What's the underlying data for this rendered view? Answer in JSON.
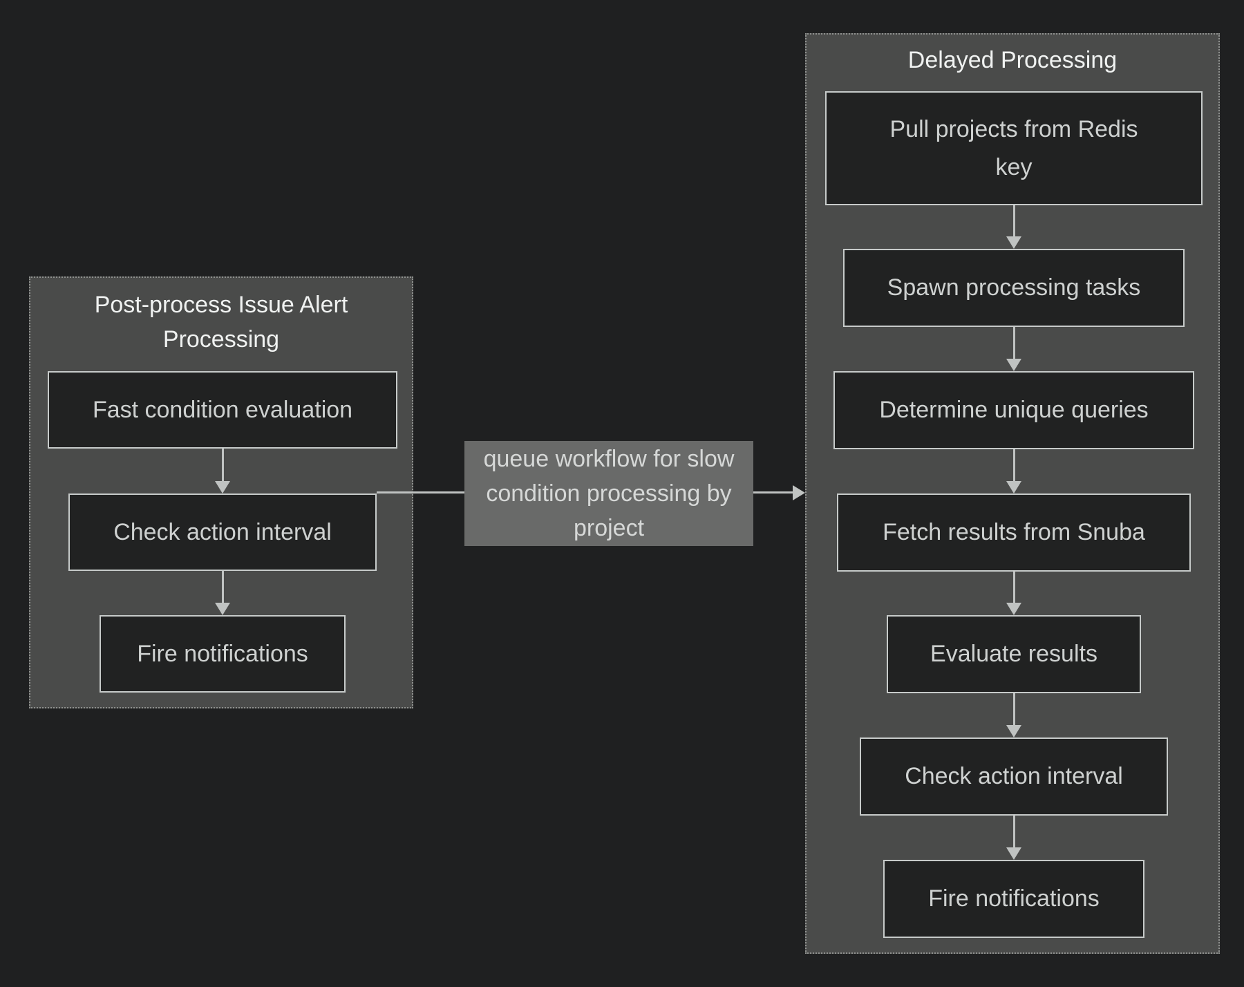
{
  "diagram": {
    "type": "flowchart",
    "background": "#1f2021",
    "palette": {
      "cluster_fill": "#4a4b4a",
      "cluster_border": "#8f918f",
      "node_fill": "#212222",
      "node_border": "#c7cbca",
      "node_text": "#ced1d0",
      "cluster_title_text": "#f0f2f1",
      "edge_line": "#c0c3c2",
      "edge_label_bg": "#696a69",
      "edge_label_text": "#d6d8d7"
    },
    "clusters": [
      {
        "title": "Post-process Issue Alert Processing",
        "nodes": [
          "Fast condition evaluation",
          "Check action interval",
          "Fire notifications"
        ]
      },
      {
        "title": "Delayed Processing",
        "nodes": [
          "Pull projects from Redis key",
          "Spawn processing tasks",
          "Determine unique queries",
          "Fetch results from Snuba",
          "Evaluate results",
          "Check action interval",
          "Fire notifications"
        ]
      }
    ],
    "edges": [
      {
        "from": "Post-process Issue Alert Processing",
        "to": "Delayed Processing",
        "label": "queue workflow for slow condition processing by project"
      }
    ]
  }
}
